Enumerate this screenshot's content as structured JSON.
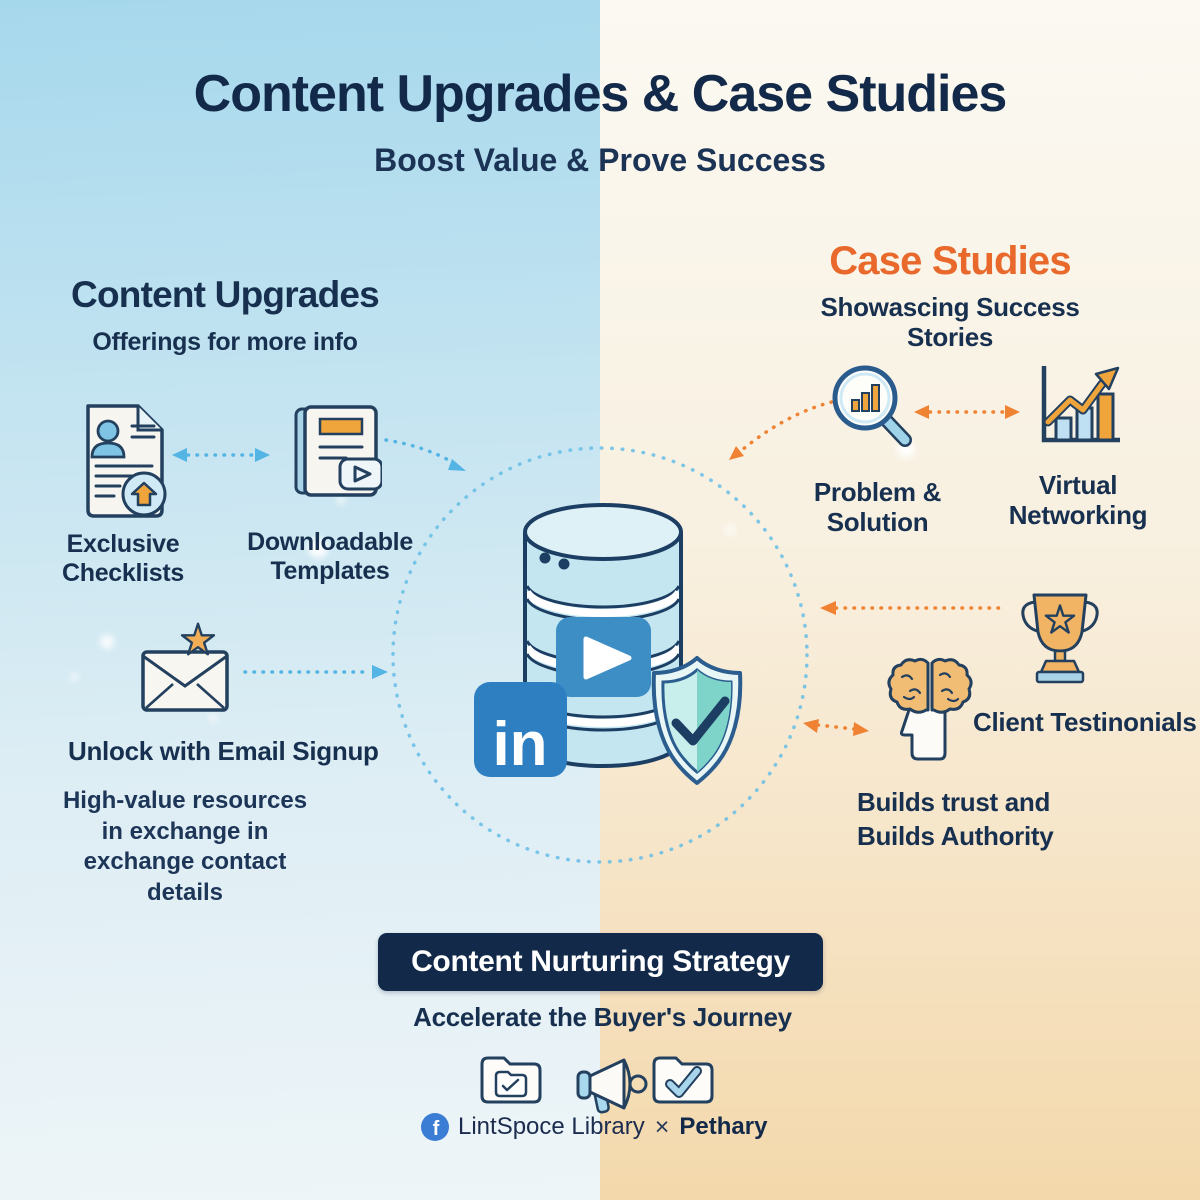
{
  "header": {
    "title": "Content Upgrades & Case Studies",
    "subtitle": "Boost Value & Prove Success"
  },
  "left": {
    "title": "Content Upgrades",
    "subtitle": "Offerings for more info",
    "item1": "Exclusive Checklists",
    "item2": "Downloadable Templates",
    "item3": "Unlock with Email Signup",
    "description": "High-value resources in exchange in exchange contact details"
  },
  "right": {
    "title": "Case Studies",
    "subtitle": "Showascing Success Stories",
    "item1": "Problem & Solution",
    "item2": "Virtual Networking",
    "item3": "Client Testinonials",
    "item4": "Builds trust and Builds Authority"
  },
  "center": {
    "linkedin_text": "in"
  },
  "banner": {
    "label": "Content Nurturing Strategy",
    "tagline": "Accelerate the Buyer's Journey"
  },
  "footer": {
    "facebook_letter": "f",
    "brand_left": "LintSpoce Library",
    "separator": "×",
    "brand_right": "Pethary"
  },
  "icons": [
    "document-upload",
    "book-video-template",
    "email-star",
    "magnifier-analytics",
    "growth-chart",
    "brain-head",
    "trophy",
    "database",
    "video-play",
    "linkedin",
    "shield-check",
    "folder-check",
    "megaphone",
    "folder-check-big",
    "facebook"
  ],
  "colors": {
    "navy_text": "#18304f",
    "orange_accent": "#e8692b",
    "blue_dotted": "#54b4e4",
    "orange_dotted": "#f08233",
    "banner_bg": "#12294a",
    "linkedin_blue": "#2e7fc2",
    "left_bg_top": "#a6d8ec",
    "right_bg_bottom": "#f3d8ab"
  }
}
